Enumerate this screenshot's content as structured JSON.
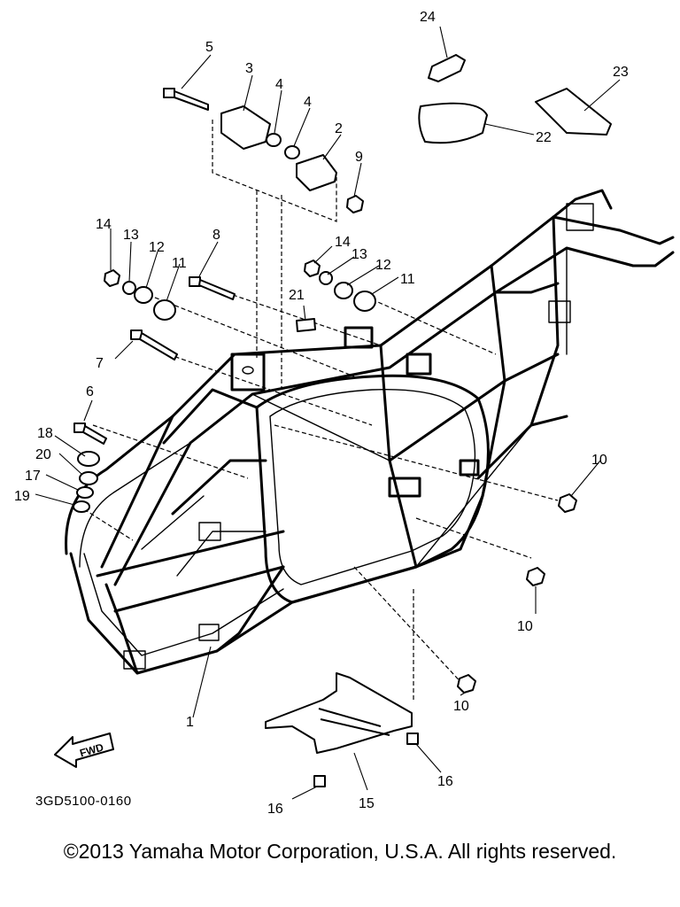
{
  "callouts": [
    {
      "id": "c1",
      "label": "1"
    },
    {
      "id": "c2",
      "label": "2"
    },
    {
      "id": "c3",
      "label": "3"
    },
    {
      "id": "c4a",
      "label": "4"
    },
    {
      "id": "c4b",
      "label": "4"
    },
    {
      "id": "c5",
      "label": "5"
    },
    {
      "id": "c6",
      "label": "6"
    },
    {
      "id": "c7",
      "label": "7"
    },
    {
      "id": "c8",
      "label": "8"
    },
    {
      "id": "c9",
      "label": "9"
    },
    {
      "id": "c10a",
      "label": "10"
    },
    {
      "id": "c10b",
      "label": "10"
    },
    {
      "id": "c10c",
      "label": "10"
    },
    {
      "id": "c11a",
      "label": "11"
    },
    {
      "id": "c11b",
      "label": "11"
    },
    {
      "id": "c12a",
      "label": "12"
    },
    {
      "id": "c12b",
      "label": "12"
    },
    {
      "id": "c13a",
      "label": "13"
    },
    {
      "id": "c13b",
      "label": "13"
    },
    {
      "id": "c14a",
      "label": "14"
    },
    {
      "id": "c14b",
      "label": "14"
    },
    {
      "id": "c15",
      "label": "15"
    },
    {
      "id": "c16a",
      "label": "16"
    },
    {
      "id": "c16b",
      "label": "16"
    },
    {
      "id": "c17",
      "label": "17"
    },
    {
      "id": "c18",
      "label": "18"
    },
    {
      "id": "c19",
      "label": "19"
    },
    {
      "id": "c20",
      "label": "20"
    },
    {
      "id": "c21",
      "label": "21"
    },
    {
      "id": "c22",
      "label": "22"
    },
    {
      "id": "c23",
      "label": "23"
    },
    {
      "id": "c24",
      "label": "24"
    }
  ],
  "fwd_label": "FWD",
  "diagram_code": "3GD5100-0160",
  "copyright": "©2013 Yamaha Motor Corporation, U.S.A. All rights reserved."
}
